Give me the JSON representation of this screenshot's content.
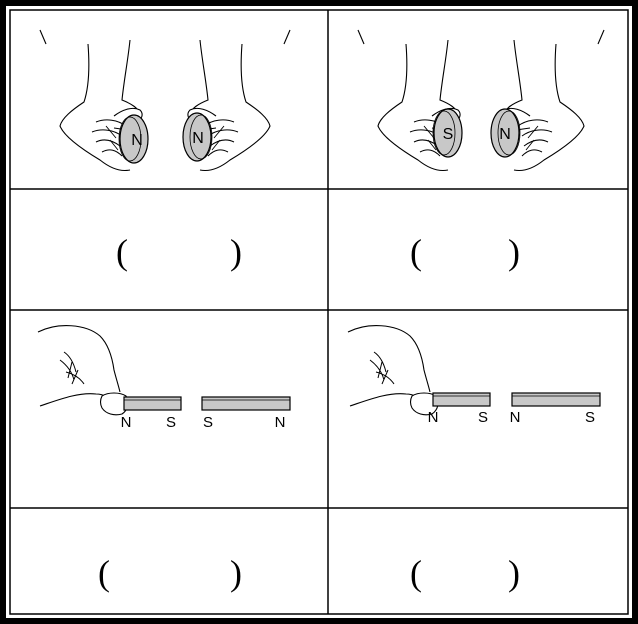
{
  "panels": {
    "top_left": {
      "magnet_left": "N",
      "magnet_right": "N"
    },
    "top_right": {
      "magnet_left": "S",
      "magnet_right": "N"
    },
    "bar_left": {
      "labels": [
        "N",
        "S",
        "S",
        "N"
      ]
    },
    "bar_right": {
      "labels": [
        "N",
        "S",
        "N",
        "S"
      ]
    }
  },
  "answers": {
    "row1_left": {
      "open": "(",
      "close": ")"
    },
    "row1_right": {
      "open": "(",
      "close": ")"
    },
    "row2_left": {
      "open": "(",
      "close": ")"
    },
    "row2_right": {
      "open": "(",
      "close": ")"
    }
  }
}
